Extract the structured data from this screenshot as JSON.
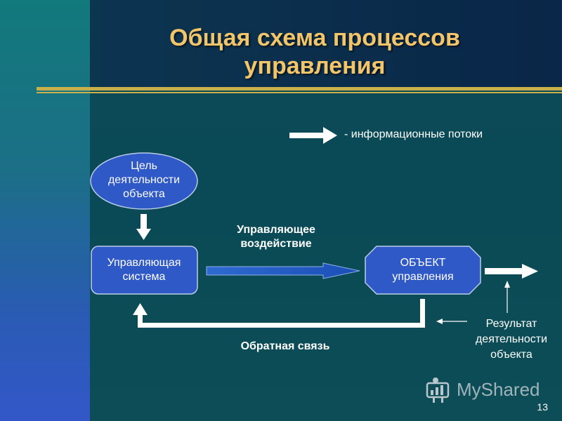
{
  "title": {
    "line1": "Общая схема процессов",
    "line2": "управления"
  },
  "legend": {
    "label": "- информационные потоки"
  },
  "nodes": {
    "goal": [
      "Цель",
      "деятельности",
      "объекта"
    ],
    "control_system": [
      "Управляющая",
      "система"
    ],
    "object": [
      "ОБЪЕКТ",
      "управления"
    ],
    "result": [
      "Результат",
      "деятельности",
      "объекта"
    ]
  },
  "edges": {
    "control_action": [
      "Управляющее",
      "воздействие"
    ],
    "feedback": "Обратная связь"
  },
  "watermark": "MyShared",
  "page_number": "13",
  "colors": {
    "node_fill": "#2f59c6",
    "node_stroke": "#b9cde8",
    "title": "#f3c56a",
    "rule": "#c9b04a",
    "arrow": "#ffffff"
  }
}
